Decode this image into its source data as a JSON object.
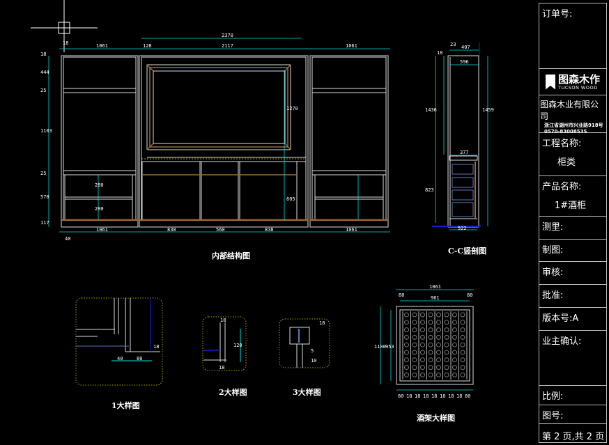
{
  "views": {
    "main": {
      "title": "内部结构图",
      "dims": {
        "overall": "2370",
        "left_w": "1061",
        "center_w": "2117",
        "side_trim": "128",
        "right_w": "1061",
        "board": "18",
        "v1": "18",
        "v2": "444",
        "v3": "25",
        "v4": "1103",
        "v5": "25",
        "v6": "578",
        "v7": "117",
        "frame_h": "1270",
        "lower_h": "605",
        "drawer1": "280",
        "drawer2": "280",
        "b1": "1061",
        "b2": "838",
        "b3": "560",
        "b4": "838",
        "b5": "1061",
        "c40": "40"
      }
    },
    "section": {
      "title": "C-C竖剖图",
      "dims": {
        "top": "407",
        "inner": "596",
        "mid": "377",
        "bottom": "522",
        "h1": "1436",
        "h2": "1459",
        "h3": "823",
        "t1": "18",
        "t2": "23"
      }
    },
    "detail1": {
      "title": "1大样图",
      "dims": {
        "a": "40",
        "b": "80",
        "c": "18"
      }
    },
    "detail2": {
      "title": "2大样图",
      "dims": {
        "a": "18",
        "b": "120",
        "c": "18"
      }
    },
    "detail3": {
      "title": "3大样图",
      "dims": {
        "a": "18",
        "b": "5",
        "c": "10"
      }
    },
    "rack": {
      "title": "酒架大样图",
      "dims": {
        "w": "1061",
        "inner": "961",
        "h": "1100",
        "ih": "953",
        "s1": "80",
        "s2": "80",
        "cols": [
          "80",
          "18",
          "18",
          "18",
          "18",
          "18",
          "18",
          "18",
          "80"
        ]
      }
    }
  },
  "title_block": {
    "order_no": "订单号:",
    "logo_cn": "图森木作",
    "logo_en": "TUCSON WOOD",
    "company": "图森木业有限公司",
    "address": "浙江省湖州市兴业路918号",
    "phone": "0570-83008535",
    "project_label": "工程名称:",
    "project_value": "柜类",
    "product_label": "产品名称:",
    "product_value": "1#酒柜",
    "measure": "测里:",
    "drawing": "制图:",
    "review": "审核:",
    "approve": "批准:",
    "version": "版本号:A",
    "owner_confirm": "业主确认:",
    "scale": "比例:",
    "drawing_no": "图号:",
    "page": "第 2 页,共 2 页"
  },
  "colors": {
    "line": "#e0e0e0",
    "dim": "#00e0e0",
    "wood": "#9a6a3a",
    "hatch": "#a0a000",
    "blue": "#1020d0"
  }
}
